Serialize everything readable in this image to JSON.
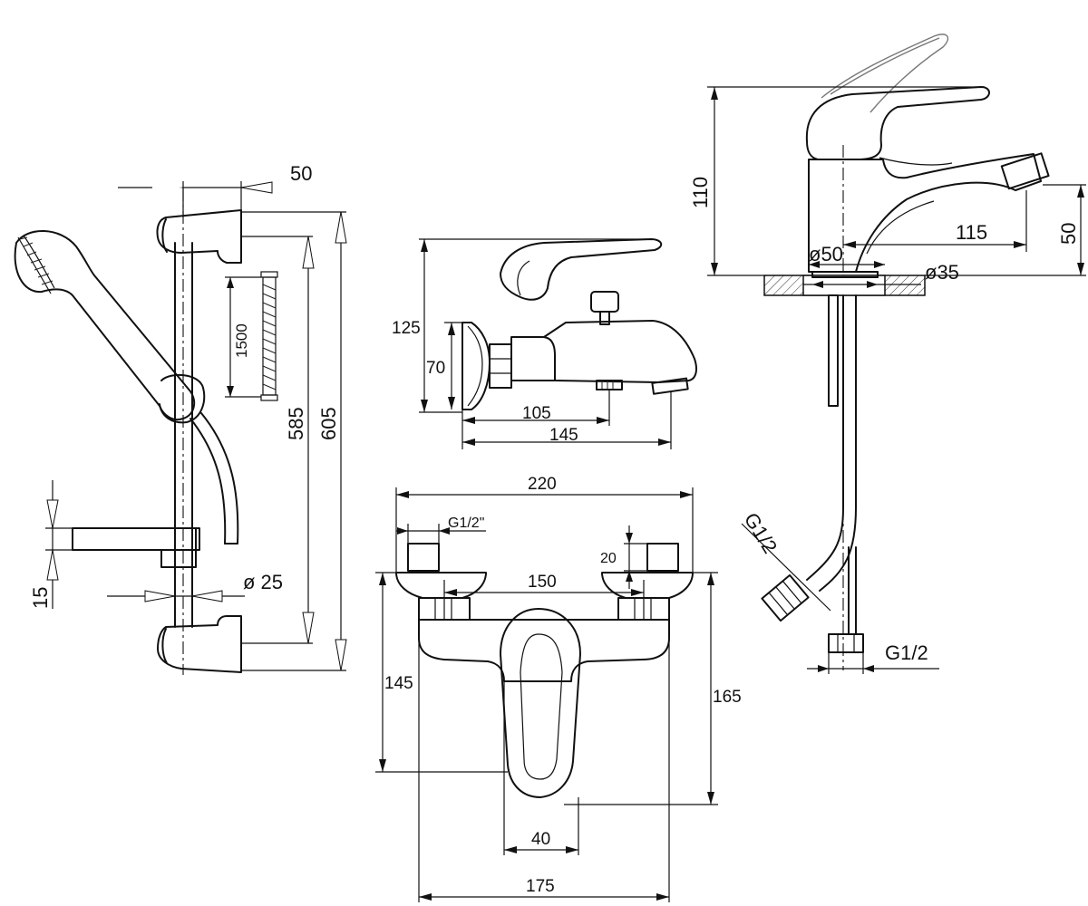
{
  "shower_rail": {
    "dim_top_width": "50",
    "dim_hose_length": "1500",
    "dim_bracket_span": "585",
    "dim_total_height": "605",
    "dim_holder_thickness": "15",
    "dim_rail_diameter": "ø 25"
  },
  "bath_mixer_side": {
    "dim_height": "125",
    "dim_body_height": "70",
    "dim_spout_length": "105",
    "dim_total_length": "145"
  },
  "bath_mixer_front": {
    "dim_width": "220",
    "dim_thread": "G1/2\"",
    "dim_eccentric": "20",
    "dim_centers": "150",
    "dim_left_height": "145",
    "dim_right_height": "165",
    "dim_handle_width": "40",
    "dim_body_width": "175"
  },
  "basin_mixer": {
    "dim_height": "110",
    "dim_reach": "115",
    "dim_spout_height": "50",
    "dim_base_diameter": "ø50",
    "dim_hole_diameter": "ø35",
    "dim_hose_thread": "G1/2",
    "dim_pipe_thread": "G1/2"
  }
}
